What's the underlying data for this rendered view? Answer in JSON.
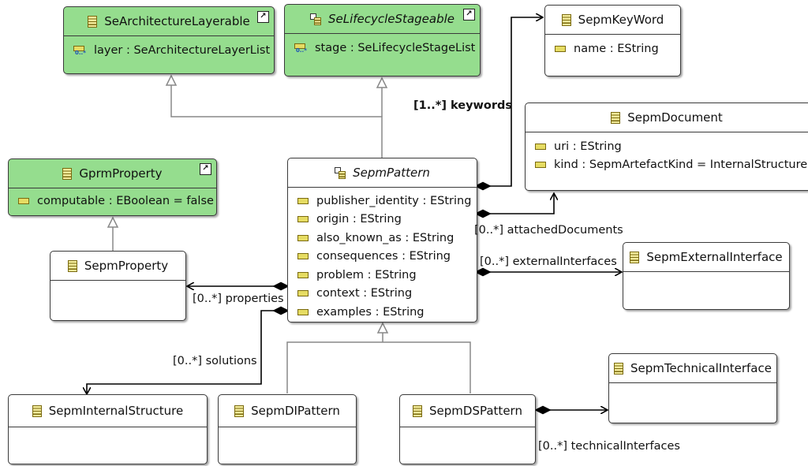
{
  "classes": {
    "arch_layerable": {
      "name": "SeArchitectureLayerable",
      "attr0": "layer : SeArchitectureLayerList"
    },
    "lifecycle_stageable": {
      "name": "SeLifecycleStageable",
      "attr0": "stage : SeLifecycleStageList"
    },
    "keyword": {
      "name": "SepmKeyWord",
      "attr0": "name : EString"
    },
    "document": {
      "name": "SepmDocument",
      "attr0": "uri : EString",
      "attr1": "kind : SepmArtefactKind = InternalStructure"
    },
    "gprm_property": {
      "name": "GprmProperty",
      "attr0": "computable : EBoolean = false"
    },
    "pattern": {
      "name": "SepmPattern",
      "attr0": "publisher_identity : EString",
      "attr1": "origin : EString",
      "attr2": "also_known_as : EString",
      "attr3": "consequences : EString",
      "attr4": "problem : EString",
      "attr5": "context : EString",
      "attr6": "examples : EString"
    },
    "property": {
      "name": "SepmProperty"
    },
    "external_interface": {
      "name": "SepmExternalInterface"
    },
    "technical_interface": {
      "name": "SepmTechnicalInterface"
    },
    "internal_structure": {
      "name": "SepmInternalStructure"
    },
    "di_pattern": {
      "name": "SepmDIPattern"
    },
    "ds_pattern": {
      "name": "SepmDSPattern"
    }
  },
  "labels": {
    "keywords": "[1..*] keywords",
    "attached_documents": "[0..*] attachedDocuments",
    "external_interfaces": "[0..*] externalInterfaces",
    "properties": "[0..*] properties",
    "solutions": "[0..*] solutions",
    "technical_interfaces": "[0..*] technicalInterfaces"
  },
  "colors": {
    "abstract_fill": "#95dd8e",
    "class_fill": "#ffffff",
    "border": "#3a3a3a"
  }
}
